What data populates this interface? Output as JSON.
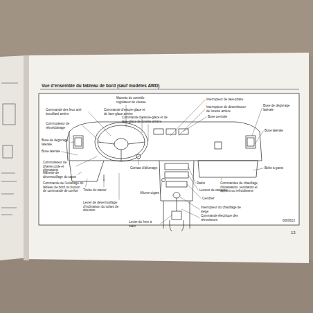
{
  "diagram": {
    "title": "Vue d'ensemble du tableau de bord (sauf modèles AWD)",
    "labels": [
      "Manette de contrôle régulateur de vitesse",
      "Commande des feux anti-brouillard arrière",
      "Commande d'essuie-glace et de lave-glace arrière",
      "Commande d'essuie-glace et de lave-glace de lunette arrière",
      "Interrupteur de lave-phare",
      "Interrupteur de désembueur de lunette arrière",
      "Commutateur de rétroéclairage",
      "Buse centrale",
      "Buse de dégivrage latérale",
      "Buse latérale",
      "Buse de dégivrage latérale",
      "Buse latérale",
      "Commutateur de phares code et clignotants",
      "Manette de déverrouillage du capot",
      "Commande de l'éclairage du tableau de bord ou bouton de commande de confort",
      "Contact d'allumage",
      "Tirette du starter",
      "Allume-cigare",
      "Levier de déverrouillage d'inclinaison du volant de direction",
      "Levier du frein à main",
      "Radio",
      "Commandes de chauffage, climatisation, ventilation et appoint ou refroidisseur",
      "Lecteur de cassette",
      "Cendrier",
      "Boîte à gants",
      "Interrupteur du chauffage de siège",
      "Commande électrique des rétroviseurs",
      "0000613",
      "13"
    ]
  }
}
